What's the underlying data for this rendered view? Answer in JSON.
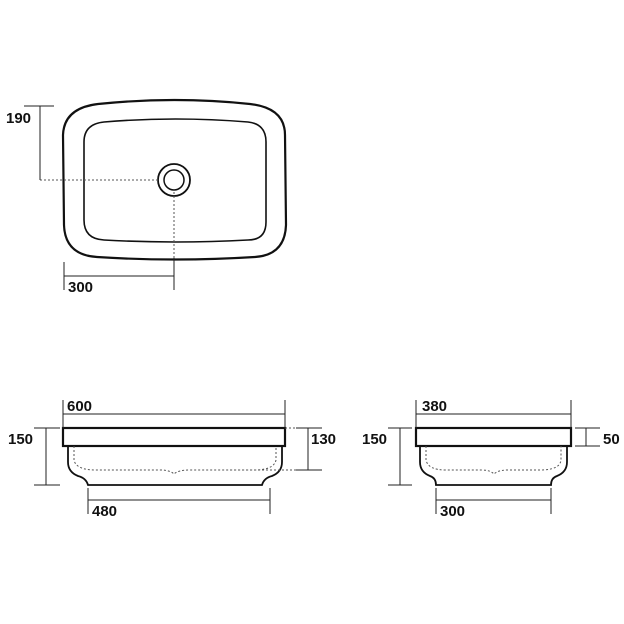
{
  "top_view": {
    "dim_vertical": "190",
    "dim_horizontal": "300"
  },
  "front_view": {
    "dim_width": "600",
    "dim_height_total": "150",
    "dim_height_bowl": "130",
    "dim_bottom_width": "480"
  },
  "side_view": {
    "dim_width": "380",
    "dim_height_total": "150",
    "dim_rim_height": "50",
    "dim_bottom_width": "300"
  },
  "colors": {
    "line": "#111111",
    "background": "#ffffff"
  }
}
